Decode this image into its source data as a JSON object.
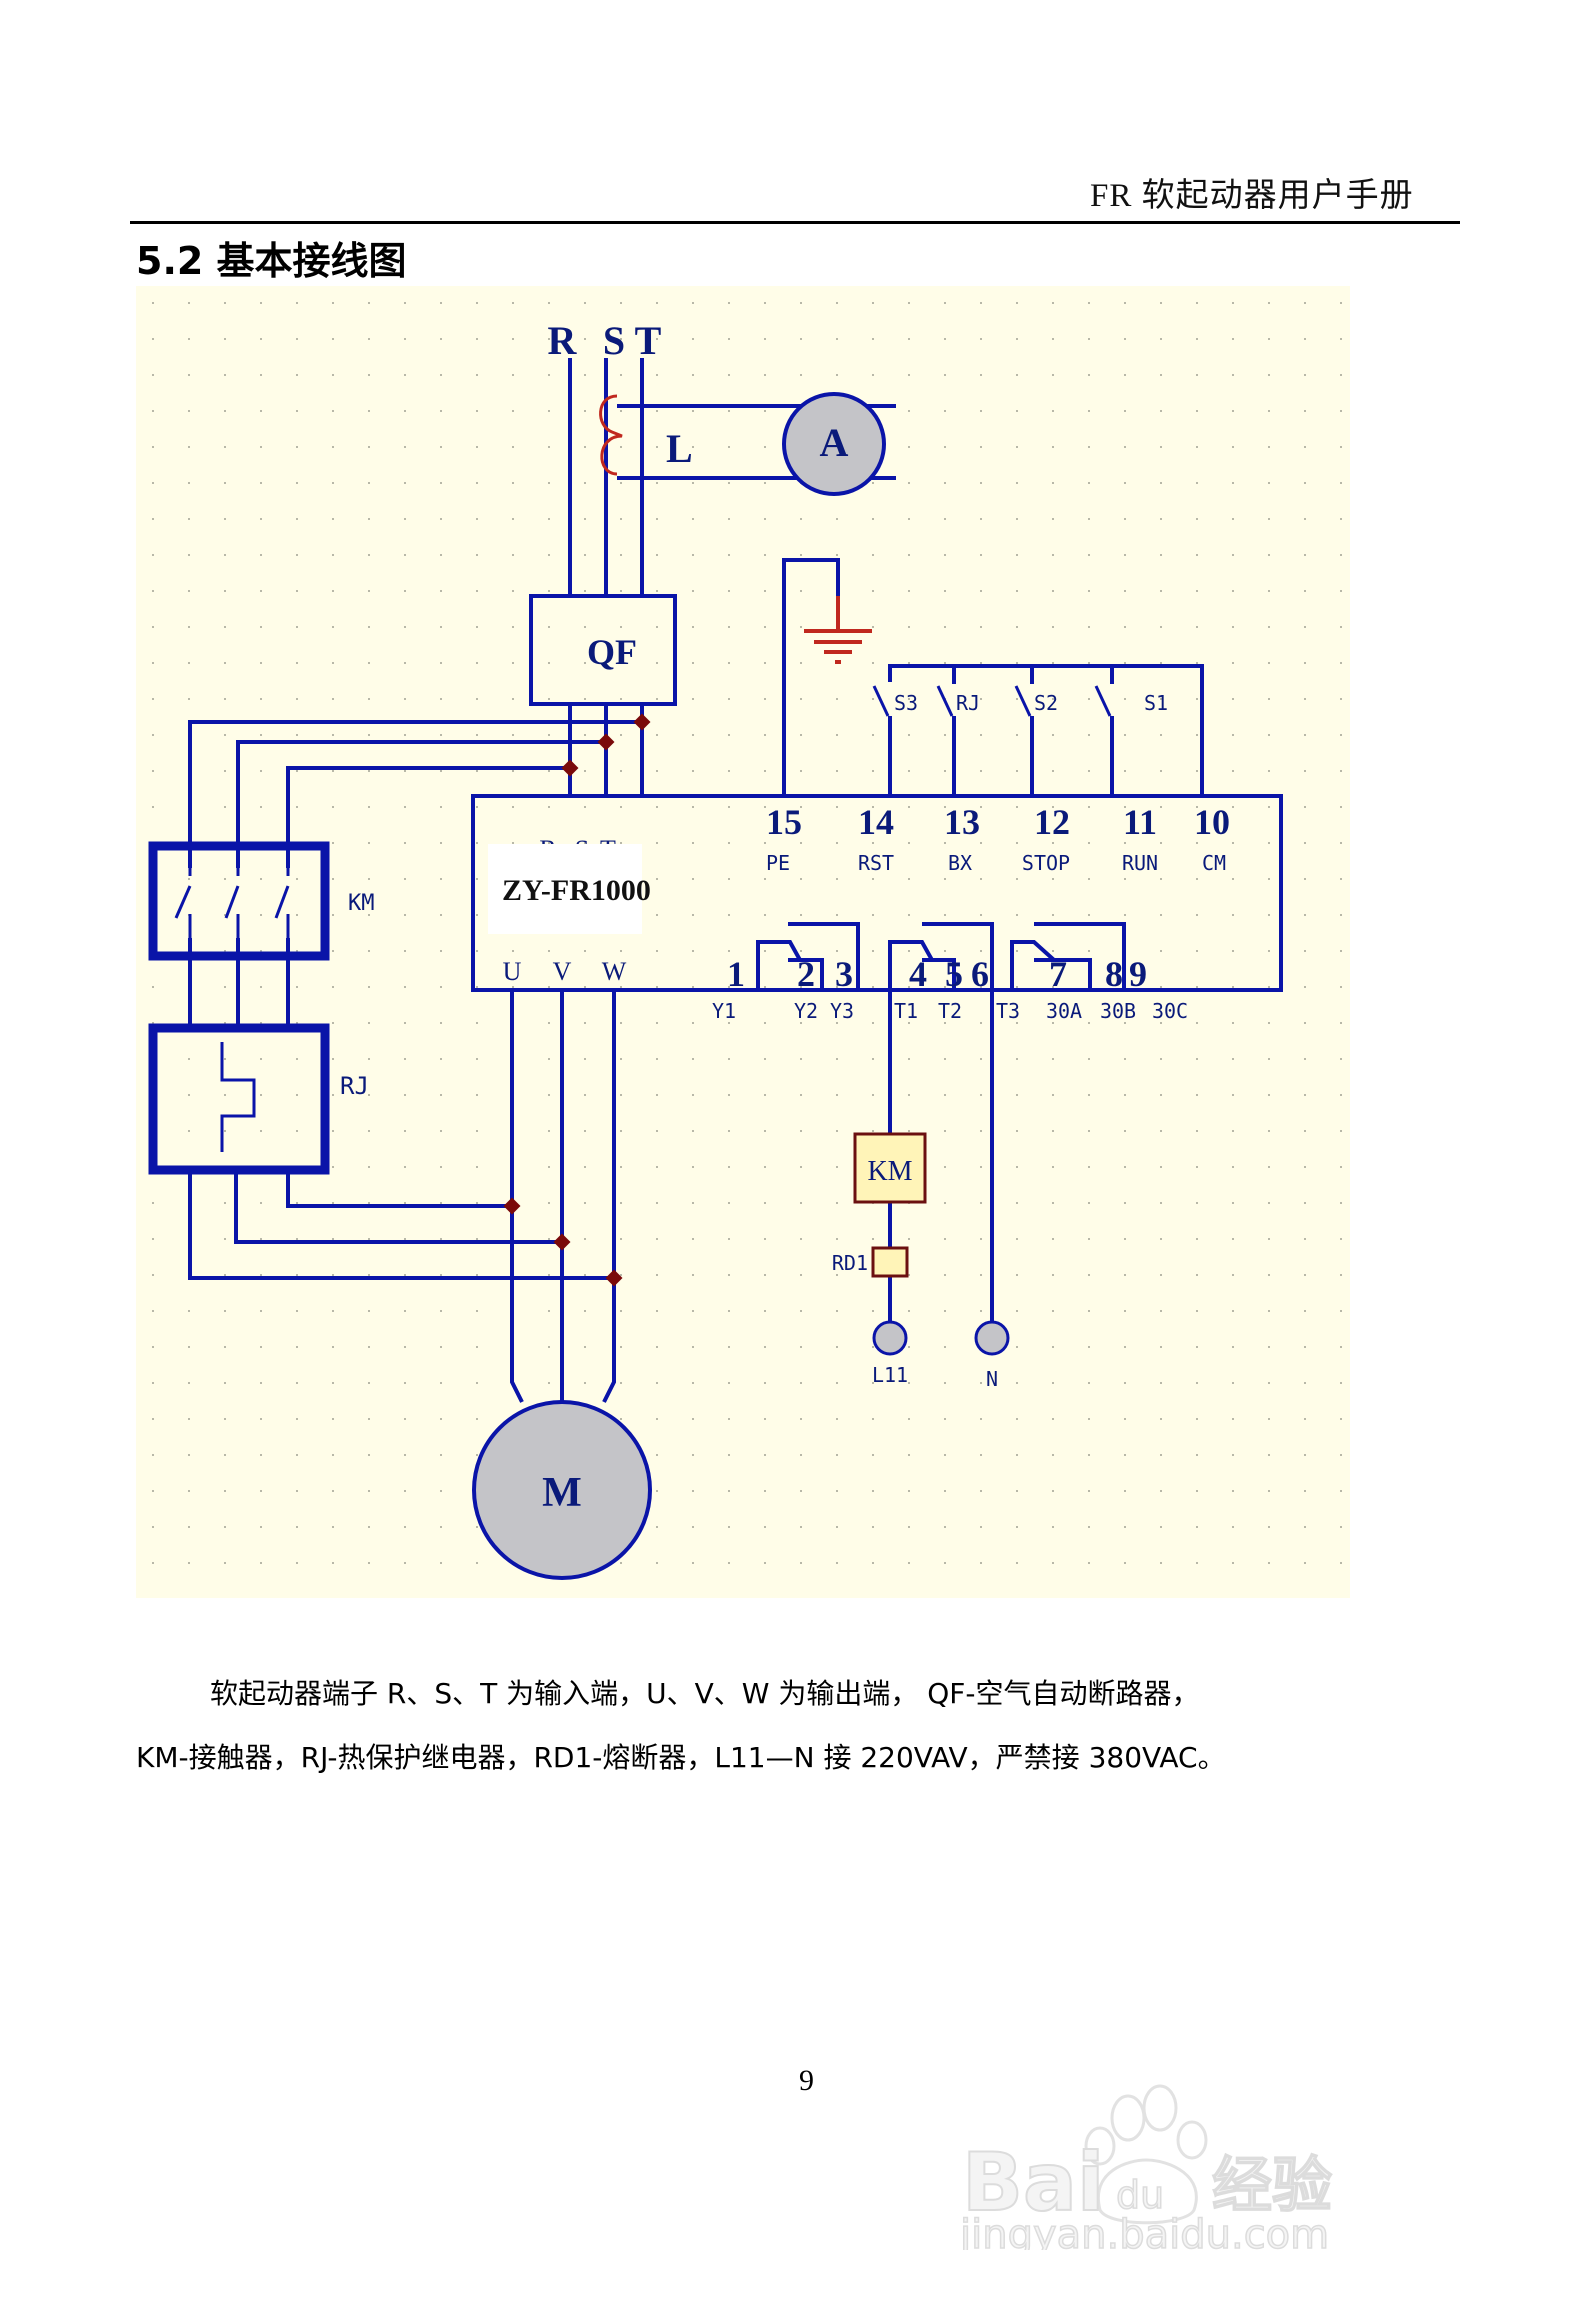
{
  "header": {
    "title": "FR 软起动器用户手册"
  },
  "section": {
    "title": "5.2 基本接线图"
  },
  "diagram": {
    "colors": {
      "background": "#fffde8",
      "wire": "#0a14a8",
      "junction": "#7a0a0a",
      "ground": "#c0281e",
      "coil_fill": "#fff4b8",
      "coil_border": "#6b1010",
      "meter_fill": "#c4c4c8"
    },
    "supply_labels": {
      "r": "R",
      "s": "S",
      "t": "T"
    },
    "ct_label": "L",
    "ammeter_label": "A",
    "breaker_label": "QF",
    "device": {
      "model": "ZY-FR1000",
      "input_labels": {
        "r": "R",
        "s": "S",
        "t": "T"
      },
      "output_labels": {
        "u": "U",
        "v": "V",
        "w": "W"
      },
      "control_terminals": [
        {
          "number": "15",
          "name": "PE"
        },
        {
          "number": "14",
          "name": "RST"
        },
        {
          "number": "13",
          "name": "BX"
        },
        {
          "number": "12",
          "name": "STOP"
        },
        {
          "number": "11",
          "name": "RUN"
        },
        {
          "number": "10",
          "name": "CM"
        }
      ],
      "relay_terminals": [
        {
          "number": "1",
          "name": "Y1"
        },
        {
          "number": "2",
          "name": "Y2"
        },
        {
          "number": "3",
          "name": "Y3"
        },
        {
          "number": "4",
          "name": "T1"
        },
        {
          "number": "5",
          "name": "T2"
        },
        {
          "number": "6",
          "name": "T3"
        },
        {
          "number": "7",
          "name": "30A"
        },
        {
          "number": "8",
          "name": "30B"
        },
        {
          "number": "9",
          "name": "30C"
        }
      ]
    },
    "switches": [
      {
        "label": "S3"
      },
      {
        "label": "RJ"
      },
      {
        "label": "S2"
      },
      {
        "label": "S1"
      }
    ],
    "contactor_label": "KM",
    "thermal_relay_label": "RJ",
    "coil_label": "KM",
    "fuse_label": "RD1",
    "terminal_l_label": "L11",
    "terminal_n_label": "N",
    "motor_label": "M"
  },
  "description": {
    "line1": "软起动器端子 R、S、T 为输入端，U、V、W 为输出端， QF-空气自动断路器，",
    "line2": "KM-接触器，RJ-热保护继电器，RD1-熔断器，L11—N 接 220VAV，严禁接 380VAC。"
  },
  "footer": {
    "page_number": "9"
  },
  "watermark": {
    "brand": "Bai",
    "brand_paw": "du",
    "brand_cn": "经验",
    "url": "jingyan.baidu.com"
  }
}
